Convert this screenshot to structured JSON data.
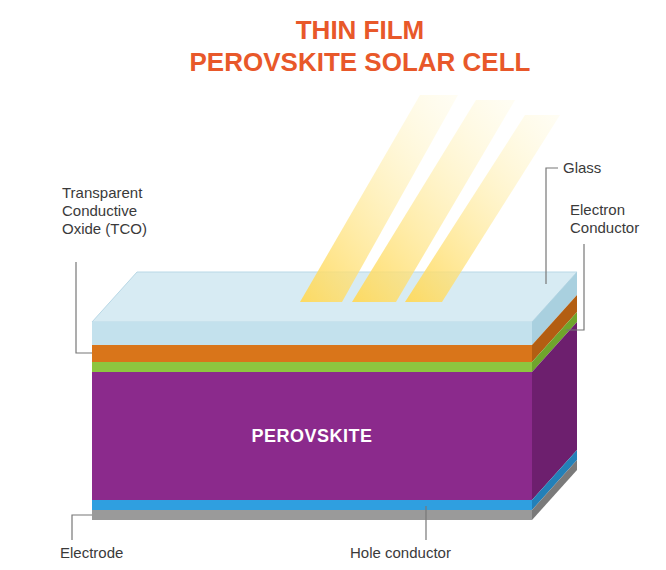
{
  "diagram": {
    "title": "THIN FILM PEROVSKITE SOLAR CELL",
    "nodes": [
      {
        "text": [
          "PEROVSKITE"
        ]
      }
    ],
    "labels": [
      "Transparent Conductive Oxide (TCO)",
      "Glass",
      "Electron Conductor",
      "Electrode",
      "Hole conductor"
    ]
  }
}
